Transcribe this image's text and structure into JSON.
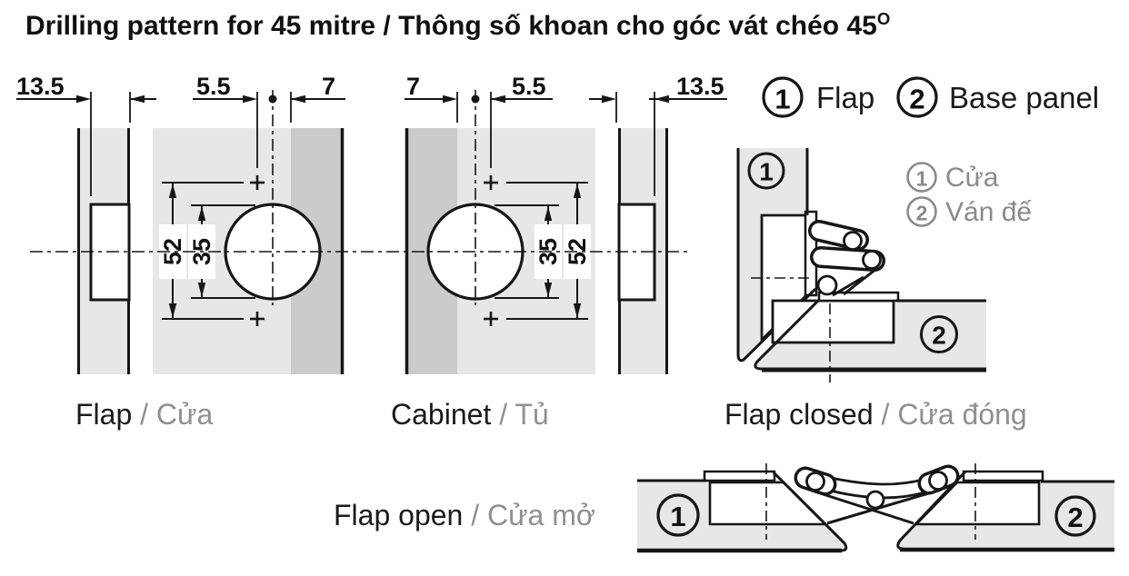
{
  "title": {
    "main": "Drilling pattern for 45 mitre / Thông số khoan cho góc vát chéo 45",
    "sup": "O"
  },
  "legend": {
    "flap": {
      "num": "1",
      "label": "Flap"
    },
    "base_panel": {
      "num": "2",
      "label": "Base panel"
    },
    "cua": {
      "num": "1",
      "label": "Cửa"
    },
    "van_de": {
      "num": "2",
      "label": "Ván đế"
    }
  },
  "flap_view": {
    "label_en": "Flap",
    "label_vi": " / Cửa",
    "dim_135": "13.5",
    "dim_55": "5.5",
    "dim_7": "7",
    "dim_52": "52",
    "dim_35": "35"
  },
  "cabinet_view": {
    "label_en": "Cabinet",
    "label_vi": " / Tủ",
    "dim_135": "13.5",
    "dim_55": "5.5",
    "dim_7": "7",
    "dim_52": "52",
    "dim_35": "35"
  },
  "flap_closed_view": {
    "label_en": "Flap closed",
    "label_vi": " / Cửa đóng",
    "marker_flap": "1",
    "marker_base": "2"
  },
  "flap_open_view": {
    "label_en": "Flap open",
    "label_vi": " / Cửa mở",
    "marker_flap": "1",
    "marker_base": "2"
  }
}
